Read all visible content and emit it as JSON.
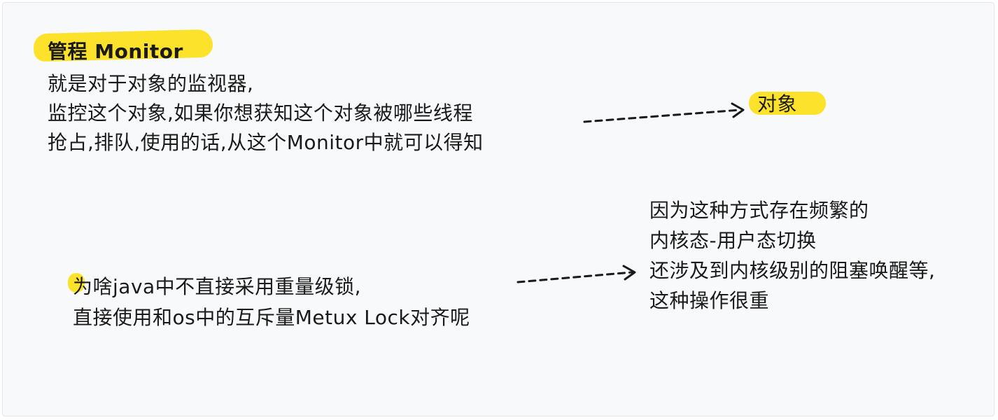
{
  "block1": {
    "title": "管程 Monitor",
    "lines": [
      "就是对于对象的监视器,",
      "监控这个对象,如果你想获知这个对象被哪些线程",
      "抢占,排队,使用的话,从这个Monitor中就可以得知"
    ],
    "target": "对象"
  },
  "block2": {
    "question": [
      "为啥java中不直接采用重量级锁,",
      "直接使用和os中的互斥量Metux Lock对齐呢"
    ],
    "answer": [
      "因为这种方式存在频繁的",
      "内核态-用户态切换",
      "还涉及到内核级别的阻塞唤醒等,",
      "这种操作很重"
    ]
  },
  "colors": {
    "highlight": "#fde22c",
    "text": "#1a1a1a",
    "background": "#f8f9fb"
  }
}
